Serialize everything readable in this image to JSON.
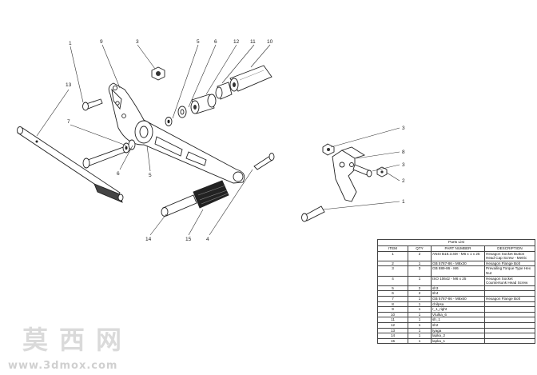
{
  "balloons": {
    "b1a": "1",
    "b9": "9",
    "b3a": "3",
    "b5a": "5",
    "b6a": "6",
    "b12": "12",
    "b11": "11",
    "b10": "10",
    "b13": "13",
    "b7": "7",
    "b6b": "6",
    "b5b": "5",
    "b14": "14",
    "b15": "15",
    "b4": "4",
    "b3b": "3",
    "b8": "8",
    "b3c": "3",
    "b2": "2",
    "b1b": "1"
  },
  "parts_list": {
    "title": "Parts List",
    "headers": [
      "ITEM",
      "QTY",
      "PART NUMBER",
      "DESCRIPTION"
    ],
    "rows": [
      [
        "1",
        "2",
        "ANSI B18.3.4M - M6 x 1 x 25",
        "Hexagon Socket Button Head Cap Screw - Metric"
      ],
      [
        "2",
        "1",
        "GB 5787-86 - M8x30",
        "Hexagon Flange Bolt"
      ],
      [
        "3",
        "3",
        "GB 889-86 - M6",
        "Prevailing Torque Type Hex Nut"
      ],
      [
        "4",
        "1",
        "ISO 10642 - M6 x 25",
        "Hexagon Socket Countersunk Head Screw"
      ],
      [
        "5",
        "2",
        "sh3",
        ""
      ],
      [
        "6",
        "2",
        "sh4",
        ""
      ],
      [
        "7",
        "1",
        "GB 5787-86 - M8x60",
        "Hexagon Flange Bolt"
      ],
      [
        "8",
        "1",
        "chilpsa",
        ""
      ],
      [
        "9",
        "1",
        "r_1_right",
        ""
      ],
      [
        "10",
        "1",
        "Vtulka_6",
        ""
      ],
      [
        "11",
        "1",
        "sh_1",
        ""
      ],
      [
        "12",
        "1",
        "sh2",
        ""
      ],
      [
        "13",
        "1",
        "tyaga",
        ""
      ],
      [
        "14",
        "1",
        "lapka_2",
        ""
      ],
      [
        "15",
        "1",
        "lapka_1",
        ""
      ]
    ]
  },
  "watermark": {
    "cn": "莫西网",
    "url": "www.3dmox.com"
  },
  "colors": {
    "line": "#222222",
    "part_fill": "#ffffff",
    "dark_fill": "#1a1a1a"
  }
}
